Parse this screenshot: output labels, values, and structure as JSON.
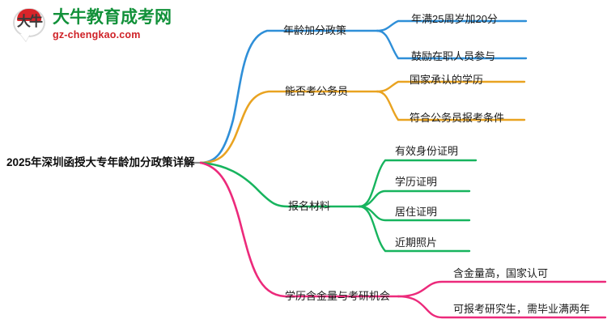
{
  "logo": {
    "glyph": "大牛",
    "name_cn": "大牛教育成考网",
    "domain": "gz-chengkao.com",
    "colors": {
      "green": "#12913a",
      "red": "#cf2127"
    }
  },
  "mindmap": {
    "root": {
      "label": "2025年深圳函授大专年龄加分政策详解"
    },
    "branches": [
      {
        "label": "年龄加分政策",
        "color": "#2f8fd8",
        "children": [
          {
            "label": "年满25周岁加20分"
          },
          {
            "label": "鼓励在职人员参与"
          }
        ]
      },
      {
        "label": "能否考公务员",
        "color": "#e9a321",
        "children": [
          {
            "label": "国家承认的学历"
          },
          {
            "label": "符合公务员报考条件"
          }
        ]
      },
      {
        "label": "报名材料",
        "color": "#17b45e",
        "children": [
          {
            "label": "有效身份证明"
          },
          {
            "label": "学历证明"
          },
          {
            "label": "居住证明"
          },
          {
            "label": "近期照片"
          }
        ]
      },
      {
        "label": "学历含金量与考研机会",
        "color": "#ec2a7b",
        "children": [
          {
            "label": "含金量高，国家认可"
          },
          {
            "label": "可报考研究生，需毕业满两年"
          }
        ]
      }
    ]
  }
}
